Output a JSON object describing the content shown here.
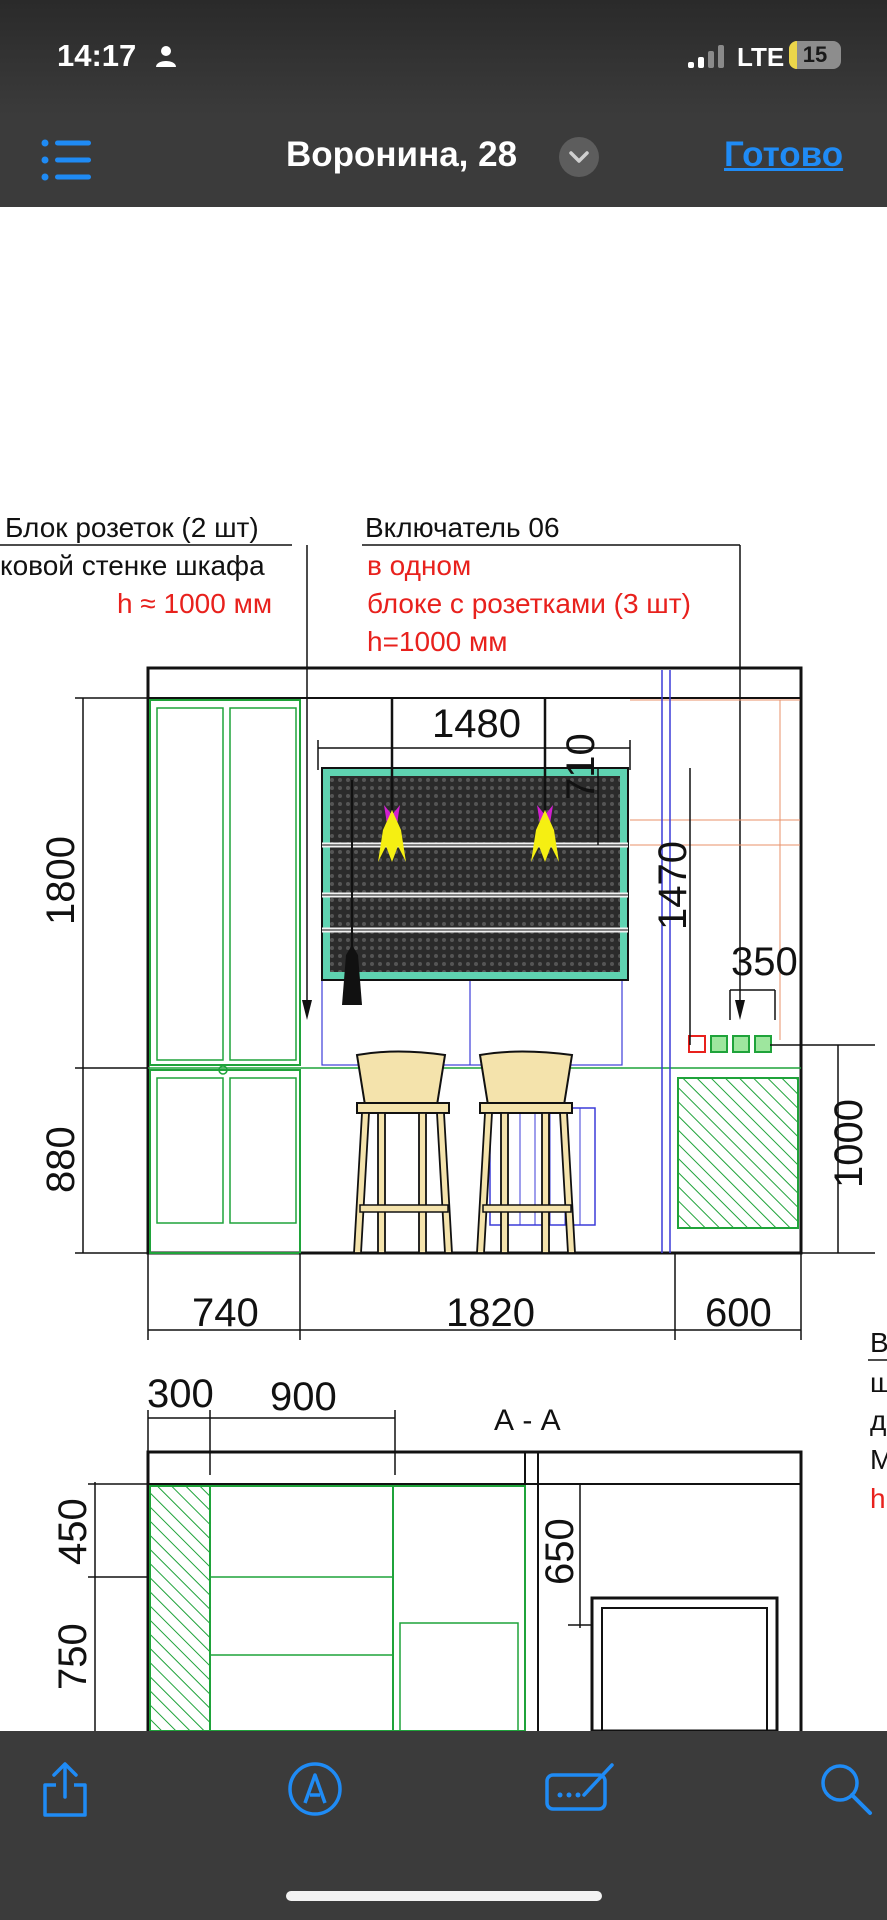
{
  "status_bar": {
    "time": "14:17",
    "network": "LTE",
    "battery": "15",
    "battery_level": 0.15
  },
  "nav": {
    "title": "Воронина, 28",
    "done_label": "Готово"
  },
  "drawing": {
    "note_left": {
      "line1": "Блок розеток (2 шт)",
      "line2": "ковой стенке шкафа",
      "line3": "h ≈ 1000 мм"
    },
    "note_right": {
      "line1": "Включатель 06",
      "line2": "в одном",
      "line3": "блоке с розетками (3 шт)",
      "line4": "h=1000 мм"
    },
    "dims": {
      "d1480": "1480",
      "d710": "710",
      "d1470": "1470",
      "d350": "350",
      "d1800": "1800",
      "d880": "880",
      "d1000": "1000",
      "d740": "740",
      "d1820": "1820",
      "d600": "600",
      "d300": "300",
      "d900": "900",
      "d450": "450",
      "d750": "750",
      "d650": "650"
    },
    "section_label": "А - А",
    "edge_text": {
      "l1": "В",
      "l2": "щ",
      "l3": "д",
      "l4": "М",
      "l5": "h"
    }
  },
  "toolbar": {
    "share_icon": "share-icon",
    "markup_icon": "markup-pen-icon",
    "signature_icon": "signature-icon",
    "search_icon": "search-icon"
  },
  "colors": {
    "accent": "#1f8bf5",
    "bar": "#3b3b3b",
    "red": "#e8211d",
    "green": "#1fa33a",
    "teal": "#5fd3b1"
  }
}
